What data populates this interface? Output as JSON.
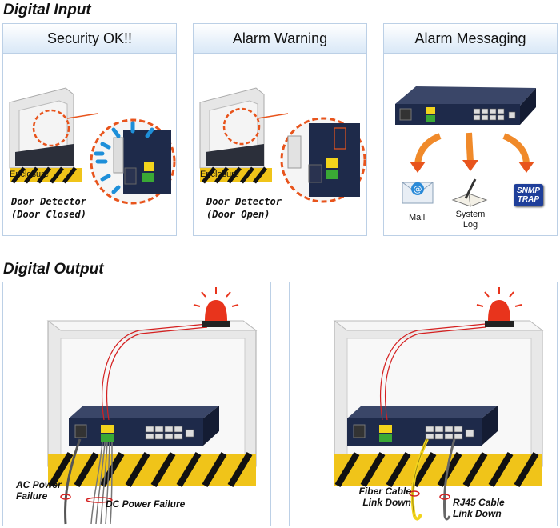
{
  "digital_input": {
    "title": "Digital Input",
    "panels": [
      {
        "header": "Security OK!!",
        "enclosure_label": "Enclosure",
        "detector_line1": "Door Detector",
        "detector_line2": "(Door Closed)"
      },
      {
        "header": "Alarm Warning",
        "enclosure_label": "Enclosure",
        "detector_line1": "Door Detector",
        "detector_line2": "(Door Open)"
      },
      {
        "header": "Alarm Messaging",
        "mail_label": "Mail",
        "syslog_line1": "System",
        "syslog_line2": "Log",
        "snmp_line1": "SNMP",
        "snmp_line2": "TRAP"
      }
    ]
  },
  "digital_output": {
    "title": "Digital Output",
    "left": {
      "ac_line1": "AC Power",
      "ac_line2": "Failure",
      "dc_label": "DC Power Failure"
    },
    "right": {
      "fiber_line1": "Fiber Cable",
      "fiber_line2": "Link Down",
      "rj45_line1": "RJ45 Cable",
      "rj45_line2": "Link Down"
    }
  },
  "colors": {
    "accent_orange": "#e8541c",
    "switch_navy": "#1e2a4a",
    "terminal_green": "#3aa935",
    "terminal_yellow": "#f2d41c",
    "panel_border": "#bcd0e6"
  }
}
